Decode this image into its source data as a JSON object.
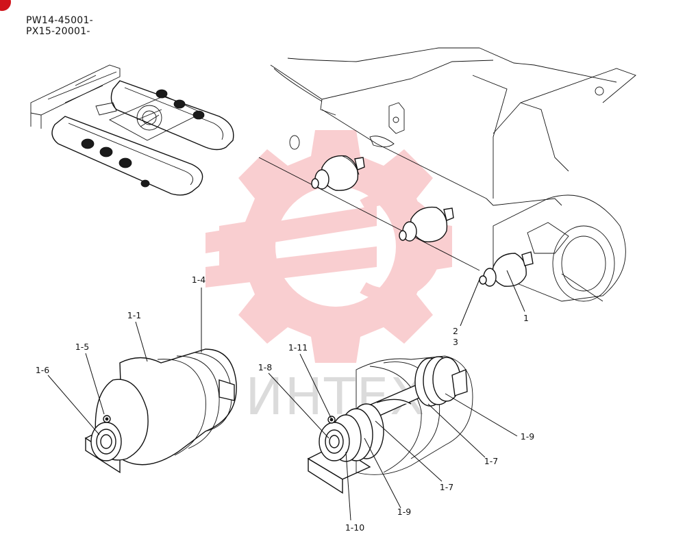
{
  "serials": [
    "PW14-45001-",
    "PX15-20001-"
  ],
  "watermark": {
    "text": "ИНТЕХ",
    "color": "#e8262d"
  },
  "callouts": {
    "c1": "1",
    "c2": "2",
    "c3": "3",
    "c1_1": "1-1",
    "c1_4": "1-4",
    "c1_5": "1-5",
    "c1_6": "1-6",
    "c1_7a": "1-7",
    "c1_7b": "1-7",
    "c1_8": "1-8",
    "c1_9a": "1-9",
    "c1_9b": "1-9",
    "c1_10": "1-10",
    "c1_11": "1-11"
  }
}
